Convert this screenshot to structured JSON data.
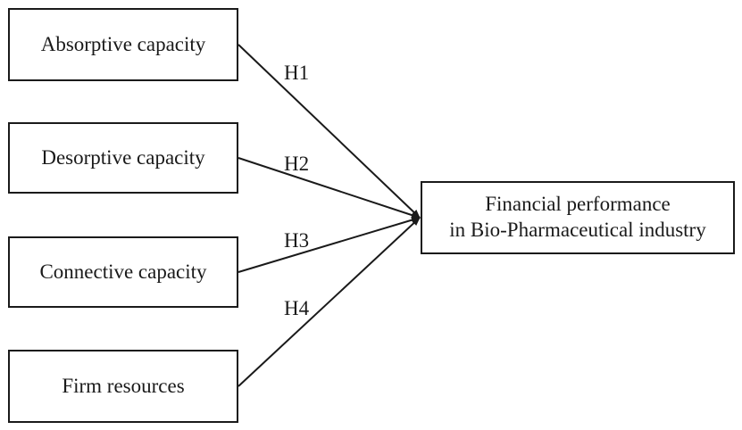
{
  "constructs": {
    "absorptive": "Absorptive capacity",
    "desorptive": "Desorptive capacity",
    "connective": "Connective capacity",
    "firm": "Firm resources"
  },
  "outcome": {
    "line1": "Financial performance",
    "line2": "in Bio-Pharmaceutical industry"
  },
  "hypotheses": {
    "h1": "H1",
    "h2": "H2",
    "h3": "H3",
    "h4": "H4"
  },
  "colors": {
    "line": "#1a1a1a"
  }
}
